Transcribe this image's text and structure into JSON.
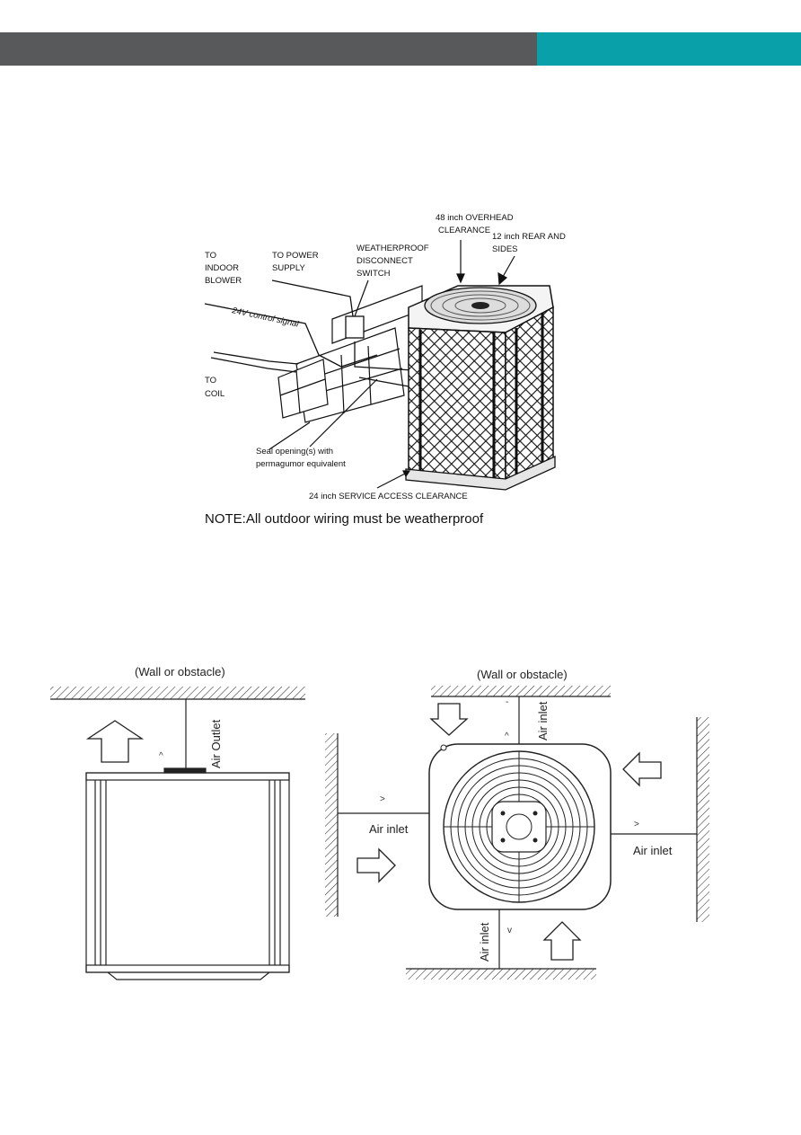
{
  "header": {
    "dark_color": "#58595b",
    "accent_color": "#0aa0aa"
  },
  "figure1": {
    "to_indoor_blower": [
      "TO",
      "INDOOR",
      "BLOWER"
    ],
    "to_power_supply": [
      "TO POWER",
      "SUPPLY"
    ],
    "weatherproof_switch": [
      "WEATHERPROOF",
      "DISCONNECT",
      "SWITCH"
    ],
    "overhead_clearance": [
      "48 inch OVERHEAD",
      "CLEARANCE"
    ],
    "rear_sides_clearance": [
      "12 inch REAR AND",
      "SIDES"
    ],
    "control_signal": "24V control signal",
    "to_coil": [
      "TO",
      "COIL"
    ],
    "seal_opening": [
      "Seal opening(s) with",
      "permagumor equivalent"
    ],
    "service_clearance": "24 inch SERVICE ACCESS CLEARANCE",
    "note": "NOTE:All outdoor wiring must be weatherproof"
  },
  "figure2": {
    "wall_label": "(Wall or obstacle)",
    "air_outlet": "Air Outlet",
    "caret": "^"
  },
  "figure3": {
    "wall_label": "(Wall or obstacle)",
    "air_inlet_top": "Air inlet",
    "air_inlet_left": "Air inlet",
    "air_inlet_right": "Air inlet",
    "air_inlet_bottom": "Air inlet",
    "mark_left": ">",
    "mark_right": ">",
    "mark_bottom": "v",
    "mark_top": "^",
    "mark_dash": "-"
  }
}
